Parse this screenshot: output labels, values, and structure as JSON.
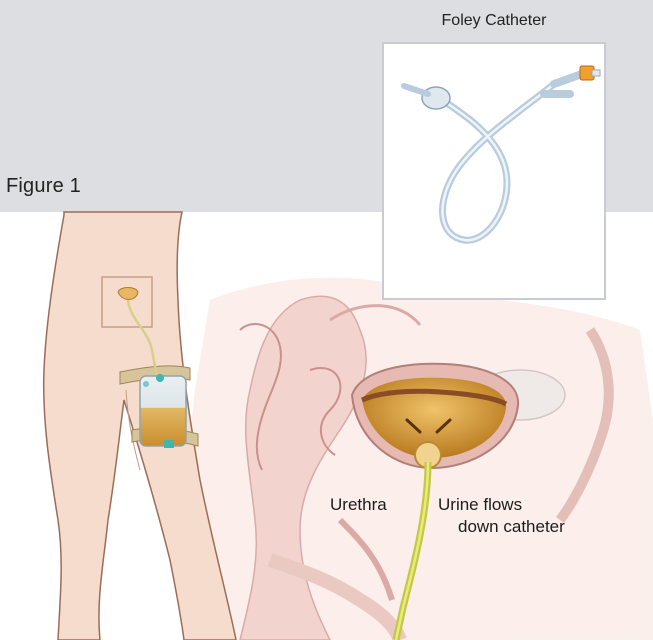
{
  "figure": {
    "label": "Figure 1",
    "inset_title": "Foley Catheter",
    "callouts": {
      "urethra": "Urethra",
      "urine_flows_line1": "Urine flows",
      "urine_flows_line2": "down catheter"
    }
  },
  "colors": {
    "header_band": "#dcdee1",
    "skin": "#f6dccd",
    "skin_line": "#9a6d5a",
    "urine": "#d9a03c",
    "catheter": "#d2d34a",
    "tissue_pink": "#f0c9c4",
    "tissue_dark": "#c98a86"
  }
}
